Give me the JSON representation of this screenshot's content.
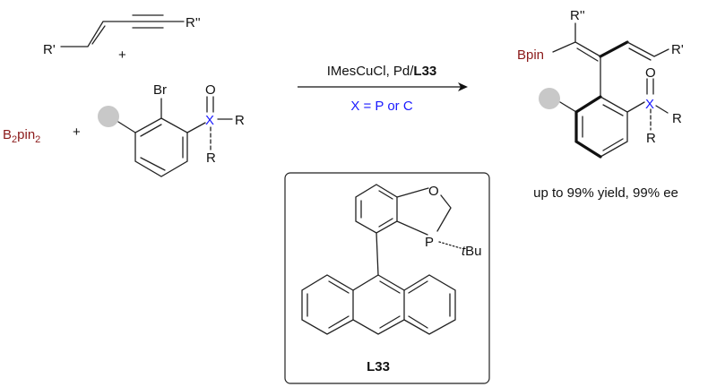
{
  "reactants": {
    "enyne_r1": "R'",
    "enyne_r2": "R''",
    "plus1": "+",
    "boron_reagent_main": "B",
    "boron_reagent_sub1": "2",
    "boron_reagent_mid": "pin",
    "boron_reagent_sub2": "2",
    "plus2": "+",
    "aryl_halide": {
      "halogen": "Br",
      "oxo": "O",
      "heteroatom": "X",
      "r_right": "R",
      "r_down": "R"
    }
  },
  "arrow": {
    "conditions_prefix": "IMesCuCl, Pd/",
    "ligand_ref": "L33",
    "note": "X = P or C"
  },
  "product": {
    "r2": "R''",
    "boryl": "Bpin",
    "r1": "R'",
    "oxo": "O",
    "heteroatom": "X",
    "r_right": "R",
    "r_down": "R",
    "result": "up to 99% yield, 99% ee"
  },
  "ligand": {
    "oxygen": "O",
    "phosphorus": "P",
    "tbu_t": "t",
    "tbu_rest": "Bu",
    "label": "L33"
  },
  "colors": {
    "boron": "#8b1a1a",
    "heteroatom": "#1a1aff",
    "substituent_dot": "#c8c8c8"
  }
}
